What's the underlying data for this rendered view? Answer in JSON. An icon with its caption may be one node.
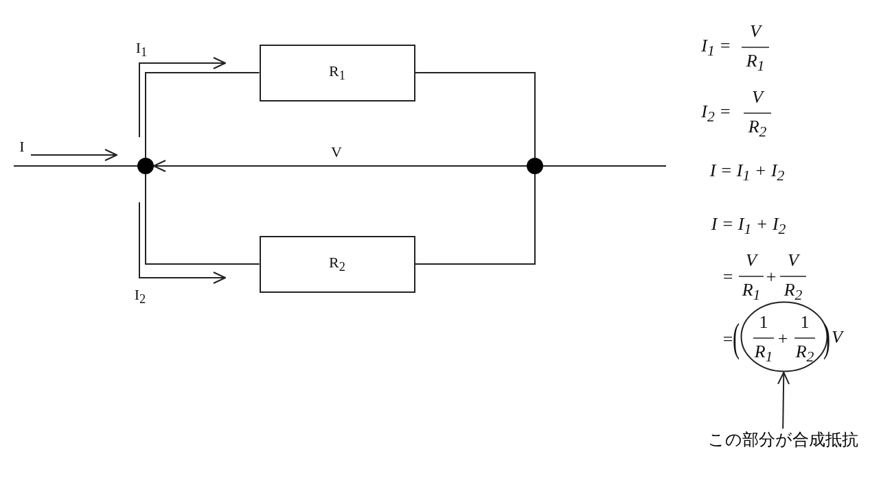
{
  "diagram": {
    "nodes": [
      {
        "text": [
          "R$_{1}$"
        ]
      },
      {
        "text": [
          "R$_{2}$"
        ]
      },
      {
        "text": [],
        "shape": "circle"
      },
      {
        "text": [],
        "shape": "circle"
      },
      {
        "text": [],
        "shape": "circle"
      },
      {
        "text": [
          "この部分が合成抵抗"
        ]
      }
    ],
    "edges": [
      {
        "from": 2,
        "to": 0,
        "arrow": "none"
      },
      {
        "from": 0,
        "to": 3,
        "arrow": "none"
      },
      {
        "from": 2,
        "to": 1,
        "arrow": "none"
      },
      {
        "from": 1,
        "to": 3,
        "arrow": "none"
      },
      {
        "from": null,
        "to": 2,
        "arrow": "none"
      },
      {
        "from": 3,
        "to": null,
        "arrow": "none"
      },
      {
        "from": 3,
        "to": 2,
        "arrow": "to",
        "label": "V"
      },
      {
        "from": 5,
        "to": 4,
        "arrow": "to"
      }
    ],
    "labels": [
      "I$_{1}$",
      "I",
      "I$_{2}$",
      "I$_{1}$ =",
      "V",
      "R$_{1}$",
      "I$_{2}$ =",
      "V",
      "R$_{2}$",
      "I = I$_{1}$ + I$_{2}$",
      "I = I$_{1}$ + I$_{2}$",
      "=",
      "V",
      "R$_{1}$",
      "+",
      "V",
      "R$_{2}$",
      "=",
      "(",
      "1",
      "R$_{1}$",
      "+",
      "1",
      "R$_{2}$",
      ")",
      "V"
    ]
  }
}
